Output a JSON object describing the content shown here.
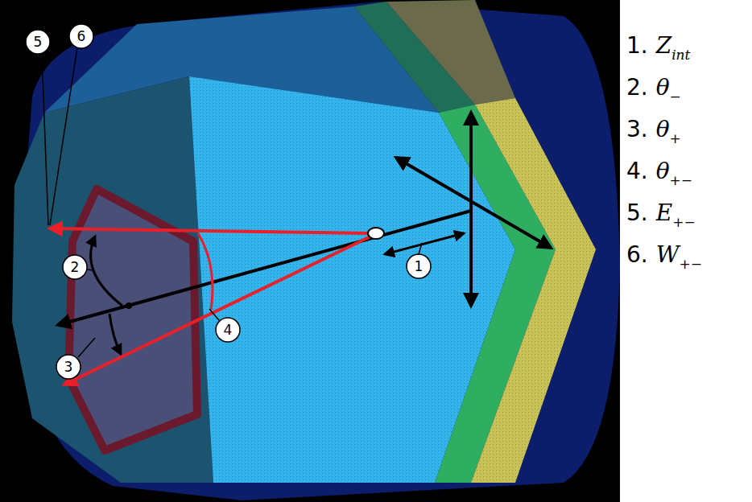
{
  "diagram": {
    "labels": [
      "5",
      "6",
      "2",
      "4",
      "3",
      "1",
      "1.",
      "Z",
      "int",
      "2.",
      "θ",
      "−",
      "3.",
      "θ",
      "+",
      "4.",
      "θ",
      "+−",
      "5.",
      "E",
      "+−",
      "6.",
      "W",
      "+−"
    ]
  }
}
